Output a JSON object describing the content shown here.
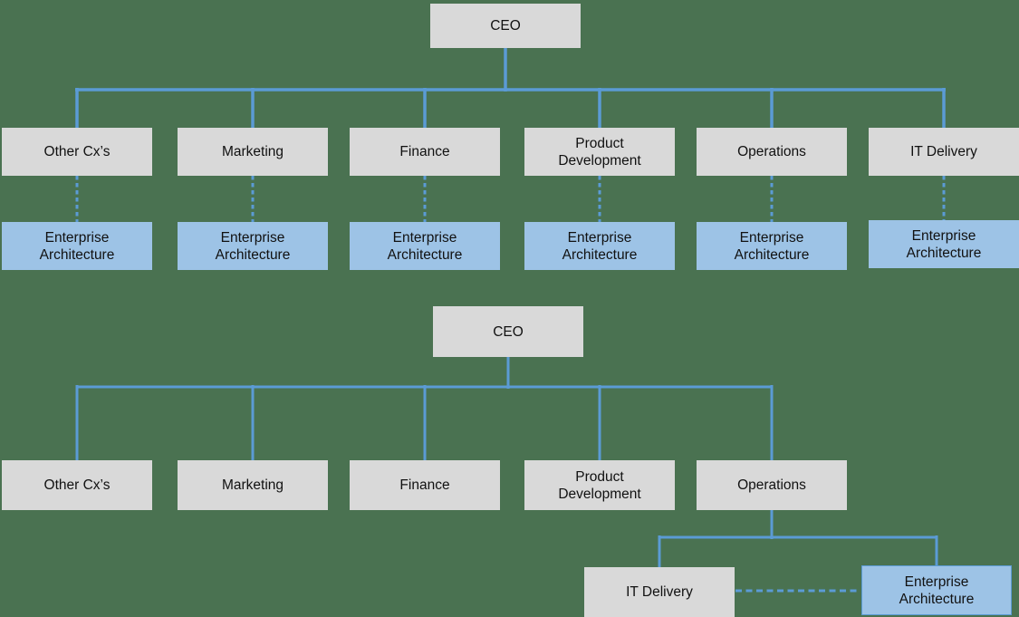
{
  "theme": {
    "background": "#4a7251",
    "box_gray": "#d9d9d9",
    "box_blue": "#9dc3e6",
    "line_blue": "#5b9bd5",
    "text_color": "#111111"
  },
  "matrix_model": {
    "ceo_label": "CEO",
    "departments": [
      {
        "label": "Other Cx’s",
        "ea_label": "Enterprise Architecture"
      },
      {
        "label": "Marketing",
        "ea_label": "Enterprise Architecture"
      },
      {
        "label": "Finance",
        "ea_label": "Enterprise Architecture"
      },
      {
        "label": "Product Development",
        "ea_label": "Enterprise Architecture"
      },
      {
        "label": "Operations",
        "ea_label": "Enterprise Architecture"
      },
      {
        "label": "IT Delivery",
        "ea_label": "Enterprise Architecture"
      }
    ]
  },
  "centralized_model": {
    "ceo_label": "CEO",
    "departments": [
      {
        "label": "Other Cx’s"
      },
      {
        "label": "Marketing"
      },
      {
        "label": "Finance"
      },
      {
        "label": "Product Development"
      },
      {
        "label": "Operations"
      }
    ],
    "operations_children": [
      {
        "label": "IT Delivery"
      },
      {
        "label": "Enterprise Architecture"
      }
    ]
  }
}
